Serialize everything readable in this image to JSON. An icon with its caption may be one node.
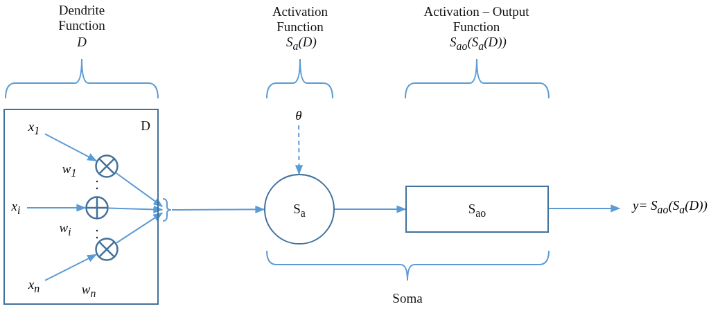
{
  "diagram": {
    "nodes": [
      {
        "text": [
          "D"
        ]
      },
      {
        "text": [
          "x$_{1}$"
        ],
        "in": 0
      },
      {
        "text": [
          "x$_{i}$"
        ],
        "in": 0
      },
      {
        "text": [
          "x$_{n}$"
        ],
        "in": 0
      },
      {
        "text": [],
        "shape": "circle",
        "in": 0
      },
      {
        "text": [],
        "shape": "circle",
        "in": 0
      },
      {
        "text": [],
        "shape": "circle",
        "in": 0
      },
      {
        "text": [],
        "shape": "brace"
      },
      {
        "text": [
          "S$_{a}$"
        ]
      },
      {
        "text": [
          "θ"
        ]
      },
      {
        "text": [
          "S$_{ao}$"
        ]
      },
      {
        "text": [
          "y= S$_{ao}$(S$_{a}$(D))"
        ]
      }
    ],
    "edges": [
      {
        "from": 1,
        "to": 4,
        "arrow": "to"
      },
      {
        "from": 2,
        "to": 5,
        "arrow": "to"
      },
      {
        "from": 3,
        "to": 6,
        "arrow": "to"
      },
      {
        "from": 4,
        "to": 7,
        "arrow": "to"
      },
      {
        "from": 5,
        "to": 7,
        "arrow": "to"
      },
      {
        "from": 6,
        "to": 7,
        "arrow": "to"
      },
      {
        "from": 7,
        "to": 8,
        "arrow": "to"
      },
      {
        "from": 9,
        "to": 8,
        "arrow": "to",
        "style": "dashed"
      },
      {
        "from": 8,
        "to": 10,
        "arrow": "to"
      },
      {
        "from": 10,
        "to": 11,
        "arrow": "to"
      }
    ],
    "labels": [
      "Dendrite Function",
      "D",
      "Activation Function",
      "S$_{a}$(D)",
      "Activation – Output Function",
      "S$_{ao}$(S$_{a}$(D))",
      "w$_{1}$",
      "w$_{i}$",
      "w$_{n}$",
      "Soma"
    ]
  }
}
